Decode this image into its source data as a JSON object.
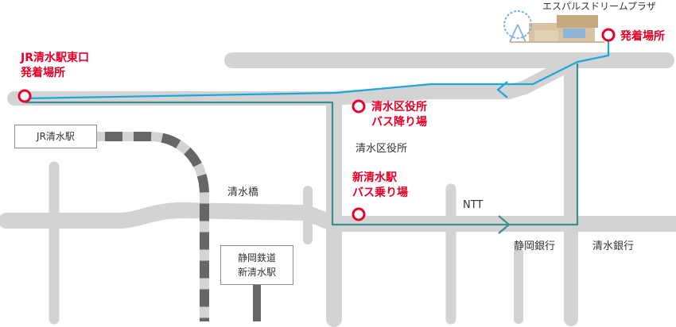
{
  "map": {
    "colors": {
      "road": "#d3d3d3",
      "route_blue": "#1aa7dc",
      "route_teal": "#3a9090",
      "marker_red": "#e60027",
      "rail_dark": "#666666"
    },
    "stops": {
      "jr_east": {
        "line1": "JR清水駅東口",
        "line2": "発着場所"
      },
      "dream_plaza": {
        "label": "発着場所"
      },
      "ward_office": {
        "line1": "清水区役所",
        "line2": "バス降り場"
      },
      "shin_shimizu": {
        "line1": "新清水駅",
        "line2": "バス乗り場"
      }
    },
    "landmarks": {
      "dream_plaza_name": "エスパルスドリームプラザ",
      "jr_station": "JR清水駅",
      "ward_office": "清水区役所",
      "bridge": "清水橋",
      "ntt": "NTT",
      "shizuoka_bank": "静岡銀行",
      "shimizu_bank": "清水銀行",
      "shizutetsu_line1": "静岡鉄道",
      "shizutetsu_line2": "新清水駅"
    },
    "icons": {
      "dream_plaza_illustration": "ferris-wheel-mall-icon",
      "stop_marker": "red-ring-marker-icon"
    }
  }
}
